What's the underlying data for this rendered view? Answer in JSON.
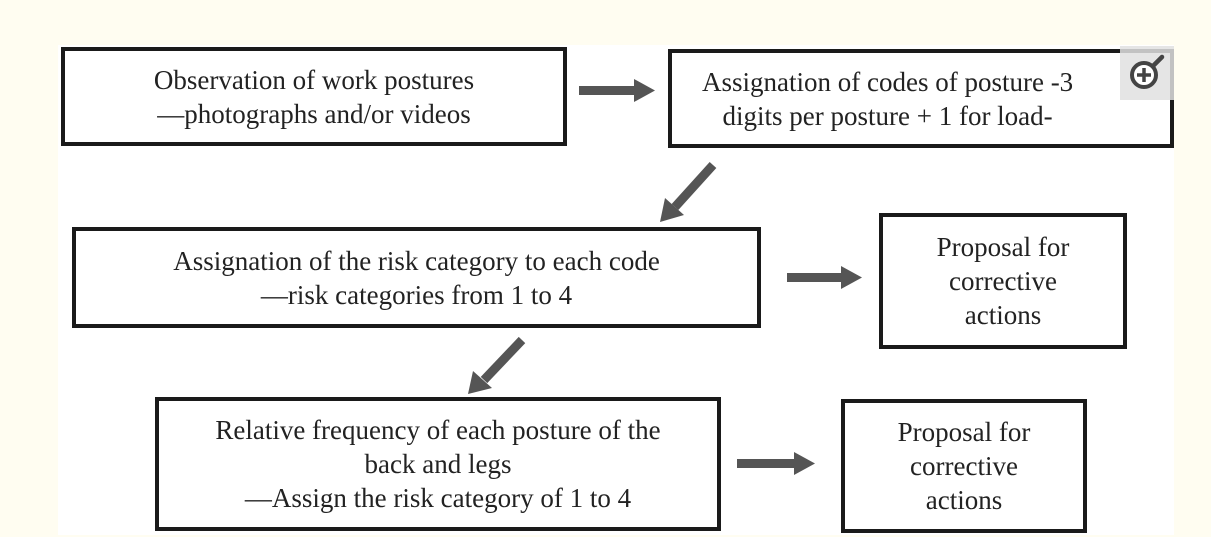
{
  "diagram": {
    "boxes": [
      {
        "id": "observation",
        "lines": [
          "Observation of work postures",
          "—photographs and/or videos"
        ]
      },
      {
        "id": "codes",
        "lines": [
          "Assignation of codes of posture -3",
          "digits per posture + 1 for load-"
        ]
      },
      {
        "id": "risk",
        "lines": [
          "Assignation of the risk category to each code",
          "—risk categories from 1 to 4"
        ]
      },
      {
        "id": "proposal_1",
        "lines": [
          "Proposal for",
          "corrective",
          "actions"
        ]
      },
      {
        "id": "frequency",
        "lines": [
          "Relative frequency of each posture of the",
          "back and legs",
          "—Assign the risk category of 1 to 4"
        ]
      },
      {
        "id": "proposal_2",
        "lines": [
          "Proposal for",
          "corrective",
          "actions"
        ]
      }
    ],
    "connections": [
      {
        "from": "observation",
        "to": "codes"
      },
      {
        "from": "codes",
        "to": "risk"
      },
      {
        "from": "risk",
        "to": "proposal_1"
      },
      {
        "from": "risk",
        "to": "frequency"
      },
      {
        "from": "frequency",
        "to": "proposal_2"
      }
    ],
    "arrow_color": "#555555",
    "border_color": "#1a1a1a"
  },
  "toolbar": {
    "zoom_icon": "zoom-in-icon"
  }
}
